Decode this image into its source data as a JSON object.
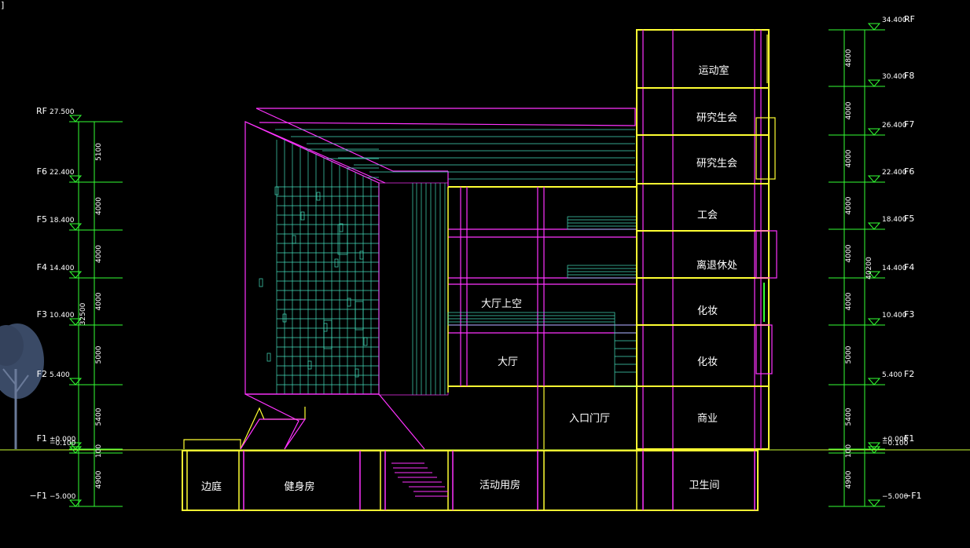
{
  "corner_mark": "]",
  "colors": {
    "background": "#000000",
    "structure": "#ffff33",
    "wall": "#ff33ff",
    "dimension": "#33ff33",
    "glazing": "#44ddbb",
    "text": "#ffffff",
    "tree": "#3a4a66"
  },
  "left_levels": [
    {
      "name": "RF",
      "elevation": "27.500"
    },
    {
      "name": "F6",
      "elevation": "22.400"
    },
    {
      "name": "F5",
      "elevation": "18.400"
    },
    {
      "name": "F4",
      "elevation": "14.400"
    },
    {
      "name": "F3",
      "elevation": "10.400"
    },
    {
      "name": "F2",
      "elevation": "5.400"
    },
    {
      "name": "F1",
      "elevation": "±0.000"
    },
    {
      "name": "",
      "elevation": "−0.100"
    },
    {
      "name": "−F1",
      "elevation": "−5.000"
    }
  ],
  "left_dims": [
    "5100",
    "4000",
    "4000",
    "4000",
    "5000",
    "5400",
    "100",
    "4900"
  ],
  "left_total": "32500",
  "right_levels": [
    {
      "name": "RF",
      "elevation": "34.400"
    },
    {
      "name": "F8",
      "elevation": "30.400"
    },
    {
      "name": "F7",
      "elevation": "26.400"
    },
    {
      "name": "F6",
      "elevation": "22.400"
    },
    {
      "name": "F5",
      "elevation": "18.400"
    },
    {
      "name": "F4",
      "elevation": "14.400"
    },
    {
      "name": "F3",
      "elevation": "10.400"
    },
    {
      "name": "F2",
      "elevation": "5.400"
    },
    {
      "name": "F1",
      "elevation": "±0.000"
    },
    {
      "name": "",
      "elevation": "−0.100"
    },
    {
      "name": "−F1",
      "elevation": "−5.000"
    }
  ],
  "right_dims": [
    "4800",
    "4000",
    "4000",
    "4000",
    "4000",
    "4000",
    "5000",
    "5400",
    "100",
    "4900"
  ],
  "right_total": "40200",
  "rooms": {
    "gym_room": "运动室",
    "grad_union_upper": "研究生会",
    "grad_union_lower": "研究生会",
    "labor_union": "工会",
    "retirees": "离退休处",
    "makeup_upper": "化妆",
    "makeup_lower": "化妆",
    "hall_void": "大厅上空",
    "hall": "大厅",
    "entrance_lobby": "入口门厅",
    "commercial": "商业",
    "side_court": "边庭",
    "fitness": "健身房",
    "activity": "活动用房",
    "restroom": "卫生间"
  }
}
